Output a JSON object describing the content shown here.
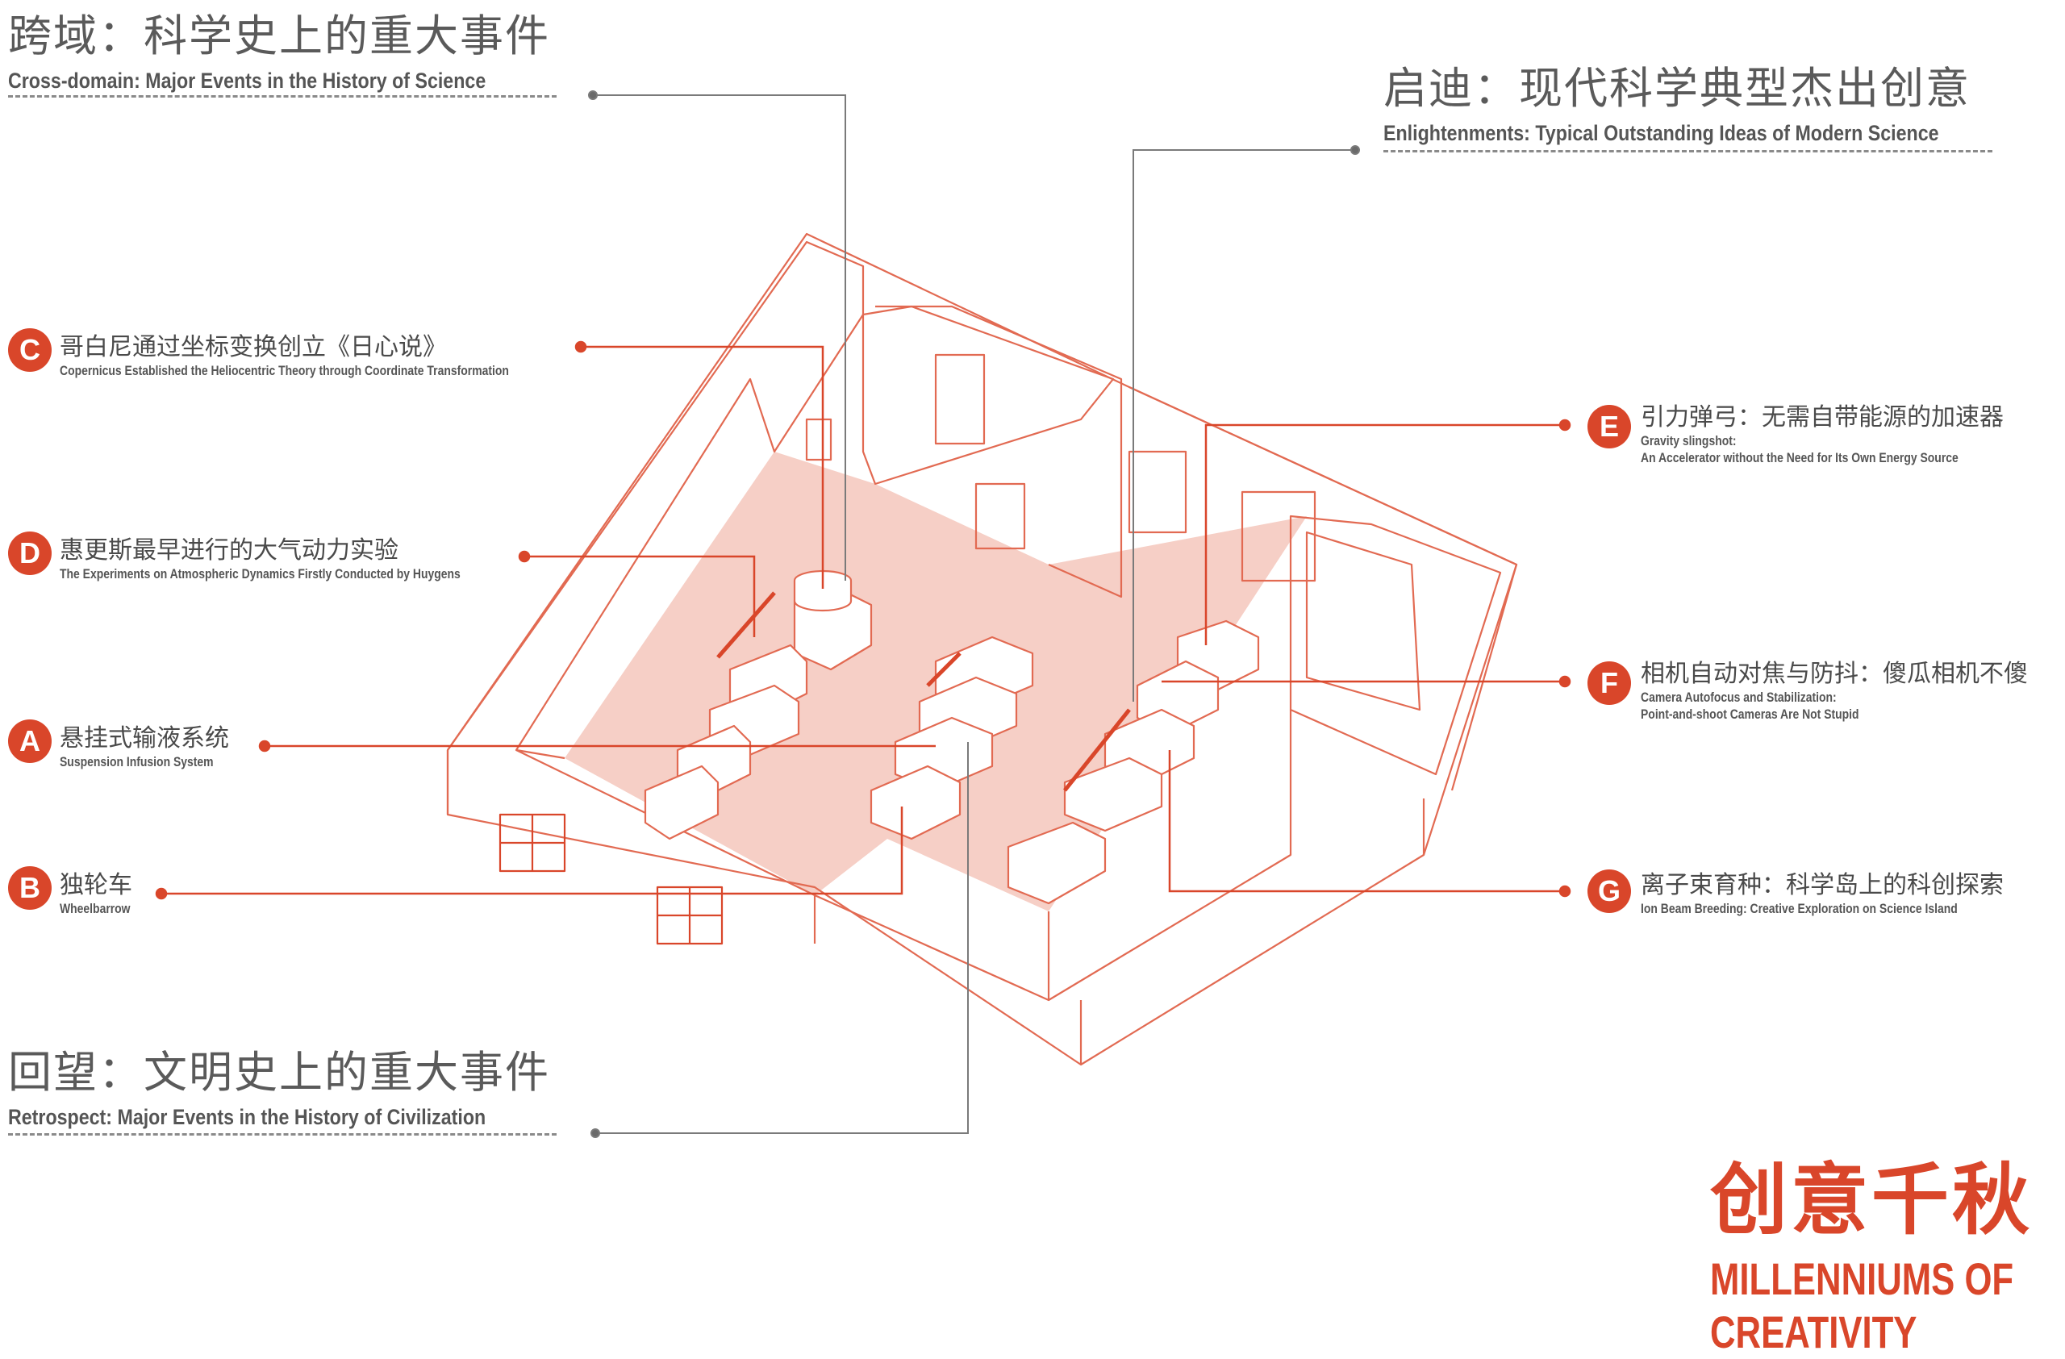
{
  "sections": {
    "cross_domain": {
      "cn": "跨域：科学史上的重大事件",
      "en": "Cross-domain: Major Events in the History of Science"
    },
    "enlightenment": {
      "cn": "启迪：现代科学典型杰出创意",
      "en": "Enlightenments: Typical Outstanding Ideas of Modern Science"
    },
    "retrospect": {
      "cn": "回望：文明史上的重大事件",
      "en": "Retrospect: Major Events in the History of Civilization"
    }
  },
  "items": {
    "C": {
      "badge": "C",
      "cn": "哥白尼通过坐标变换创立《日心说》",
      "en": "Copernicus Established the Heliocentric Theory through Coordinate Transformation"
    },
    "D": {
      "badge": "D",
      "cn": "惠更斯最早进行的大气动力实验",
      "en": "The Experiments on Atmospheric Dynamics Firstly Conducted by Huygens"
    },
    "A": {
      "badge": "A",
      "cn": "悬挂式输液系统",
      "en": "Suspension Infusion System"
    },
    "B": {
      "badge": "B",
      "cn": "独轮车",
      "en": "Wheelbarrow"
    },
    "E": {
      "badge": "E",
      "cn": "引力弹弓：无需自带能源的加速器",
      "en1": "Gravity slingshot:",
      "en2": "An Accelerator without the Need for Its Own Energy Source"
    },
    "F": {
      "badge": "F",
      "cn": "相机自动对焦与防抖：傻瓜相机不傻",
      "en1": "Camera Autofocus and Stabilization:",
      "en2": "Point-and-shoot Cameras Are Not Stupid"
    },
    "G": {
      "badge": "G",
      "cn": "离子束育种：科学岛上的科创探索",
      "en": "Ion Beam Breeding: Creative Exploration on Science Island"
    }
  },
  "brand": {
    "cn": "创意千秋",
    "en1": "MILLENNIUMS OF",
    "en2": "CREATIVITY"
  },
  "colors": {
    "accent": "#d9462a",
    "floor": "#f6cfc6",
    "text": "#555555",
    "line": "#7a7a7a"
  }
}
